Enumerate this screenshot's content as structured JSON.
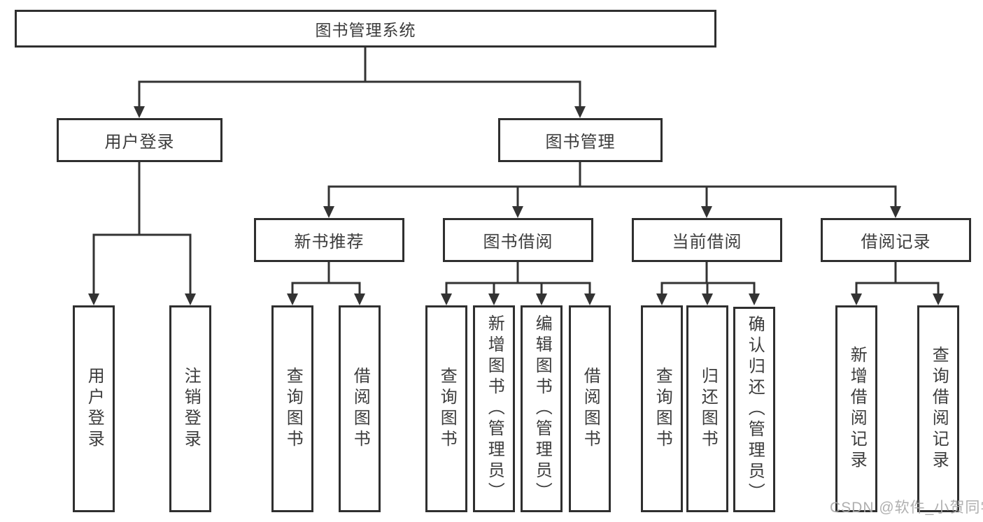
{
  "tree": {
    "root": {
      "label": "图书管理系统"
    },
    "branches": [
      {
        "label": "用户登录",
        "children": [
          {
            "label": "用户登录"
          },
          {
            "label": "注销登录"
          }
        ]
      },
      {
        "label": "图书管理",
        "groups": [
          {
            "label": "新书推荐",
            "children": [
              {
                "label": "查询图书"
              },
              {
                "label": "借阅图书"
              }
            ]
          },
          {
            "label": "图书借阅",
            "children": [
              {
                "label": "查询图书"
              },
              {
                "label": "新增图书（管理员）"
              },
              {
                "label": "编辑图书（管理员）"
              },
              {
                "label": "借阅图书"
              }
            ]
          },
          {
            "label": "当前借阅",
            "children": [
              {
                "label": "查询图书"
              },
              {
                "label": "归还图书"
              },
              {
                "label": "确认归还（管理员）"
              }
            ]
          },
          {
            "label": "借阅记录",
            "children": [
              {
                "label": "新增借阅记录"
              },
              {
                "label": "查询借阅记录"
              }
            ]
          }
        ]
      }
    ]
  },
  "watermark": {
    "text": "CSDN @软件_小贺同学"
  },
  "colors": {
    "line": "#333333",
    "box_border": "#2f2f2f",
    "text": "#3c3c3c",
    "watermark": "#a8a8a8",
    "background": "#ffffff"
  }
}
